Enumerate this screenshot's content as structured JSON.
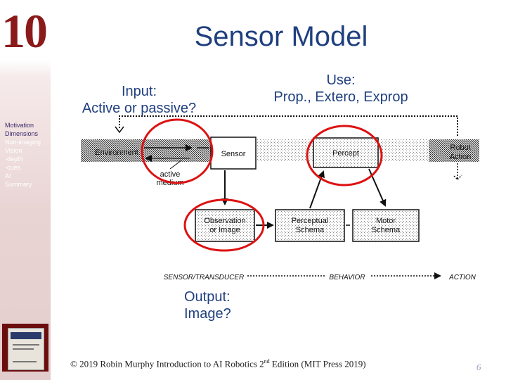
{
  "chapter_number": "10",
  "sidebar": {
    "items": [
      {
        "label": "Motivation",
        "active": true
      },
      {
        "label": "Dimensions",
        "active": true
      },
      {
        "label": "Non-imaging",
        "active": false
      },
      {
        "label": "Vision",
        "active": false
      },
      {
        "label": "-depth",
        "active": false
      },
      {
        "label": "-cues",
        "active": false
      },
      {
        "label": "AI",
        "active": false
      },
      {
        "label": "Summary",
        "active": false
      }
    ]
  },
  "slide": {
    "title": "Sensor Model",
    "input_label_line1": "Input:",
    "input_label_line2": "Active or passive?",
    "use_label_line1": "Use:",
    "use_label_line2": "Prop., Extero, Exprop",
    "output_label_line1": "Output:",
    "output_label_line2": "Image?"
  },
  "diagram": {
    "environment": "Environment",
    "sensor": "Sensor",
    "active_medium_line1": "active",
    "active_medium_line2": "medium",
    "percept": "Percept",
    "robot_action_line1": "Robot",
    "robot_action_line2": "Action",
    "observation_line1": "Observation",
    "observation_line2": "or Image",
    "perceptual_schema_line1": "Perceptual",
    "perceptual_schema_line2": "Schema",
    "motor_schema_line1": "Motor",
    "motor_schema_line2": "Schema",
    "axis_sensor": "SENSOR/TRANSDUCER",
    "axis_behavior": "BEHAVIOR",
    "axis_action": "ACTION",
    "highlight_color": "#dd1111"
  },
  "footer": {
    "text_before": "© 2019 Robin Murphy Introduction to AI Robotics 2",
    "superscript": "nd",
    "text_after": " Edition (MIT Press 2019)",
    "page_number": "6"
  }
}
